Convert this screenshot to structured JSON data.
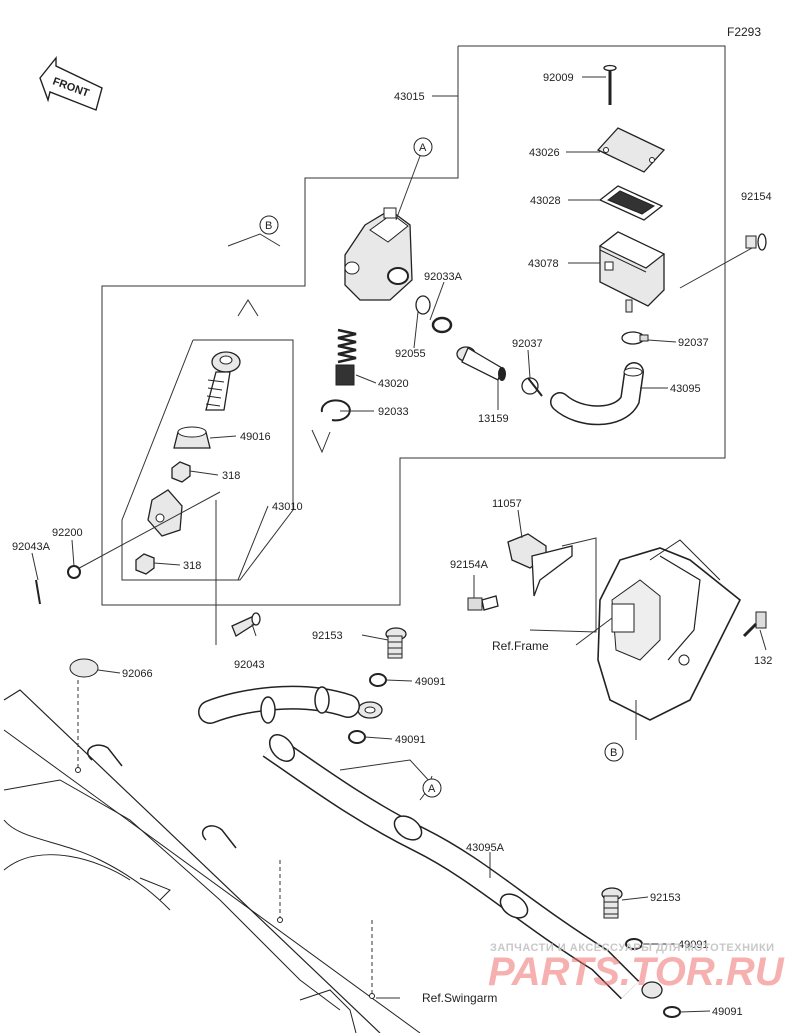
{
  "diagram_code": "F2293",
  "front_label": "FRONT",
  "callouts": {
    "a": "A",
    "b": "B"
  },
  "labels": {
    "p92009": "92009",
    "p43015": "43015",
    "p43026": "43026",
    "p43028": "43028",
    "p92154": "92154",
    "p43078": "43078",
    "p92033A": "92033A",
    "p92055": "92055",
    "p92037a": "92037",
    "p92037b": "92037",
    "p43020": "43020",
    "p43095": "43095",
    "p13159": "13159",
    "p92033": "92033",
    "p49016": "49016",
    "p318a": "318",
    "p43010": "43010",
    "p92200": "92200",
    "p92043A": "92043A",
    "p318b": "318",
    "p11057": "11057",
    "p92154A": "92154A",
    "ref_frame": "Ref.Frame",
    "p132": "132",
    "p92153a": "92153",
    "p49091a": "49091",
    "p92043": "92043",
    "p92066": "92066",
    "p49091b": "49091",
    "p43095A": "43095A",
    "p92153b": "92153",
    "p49091c": "49091",
    "p49091d": "49091",
    "ref_swingarm": "Ref.Swingarm"
  },
  "watermark": {
    "line1": "ЗАПЧАСТИ И АКСЕССУАРЫ ДЛЯ МОТОТЕХНИКИ",
    "line2": "PARTS.TOR.RU"
  }
}
